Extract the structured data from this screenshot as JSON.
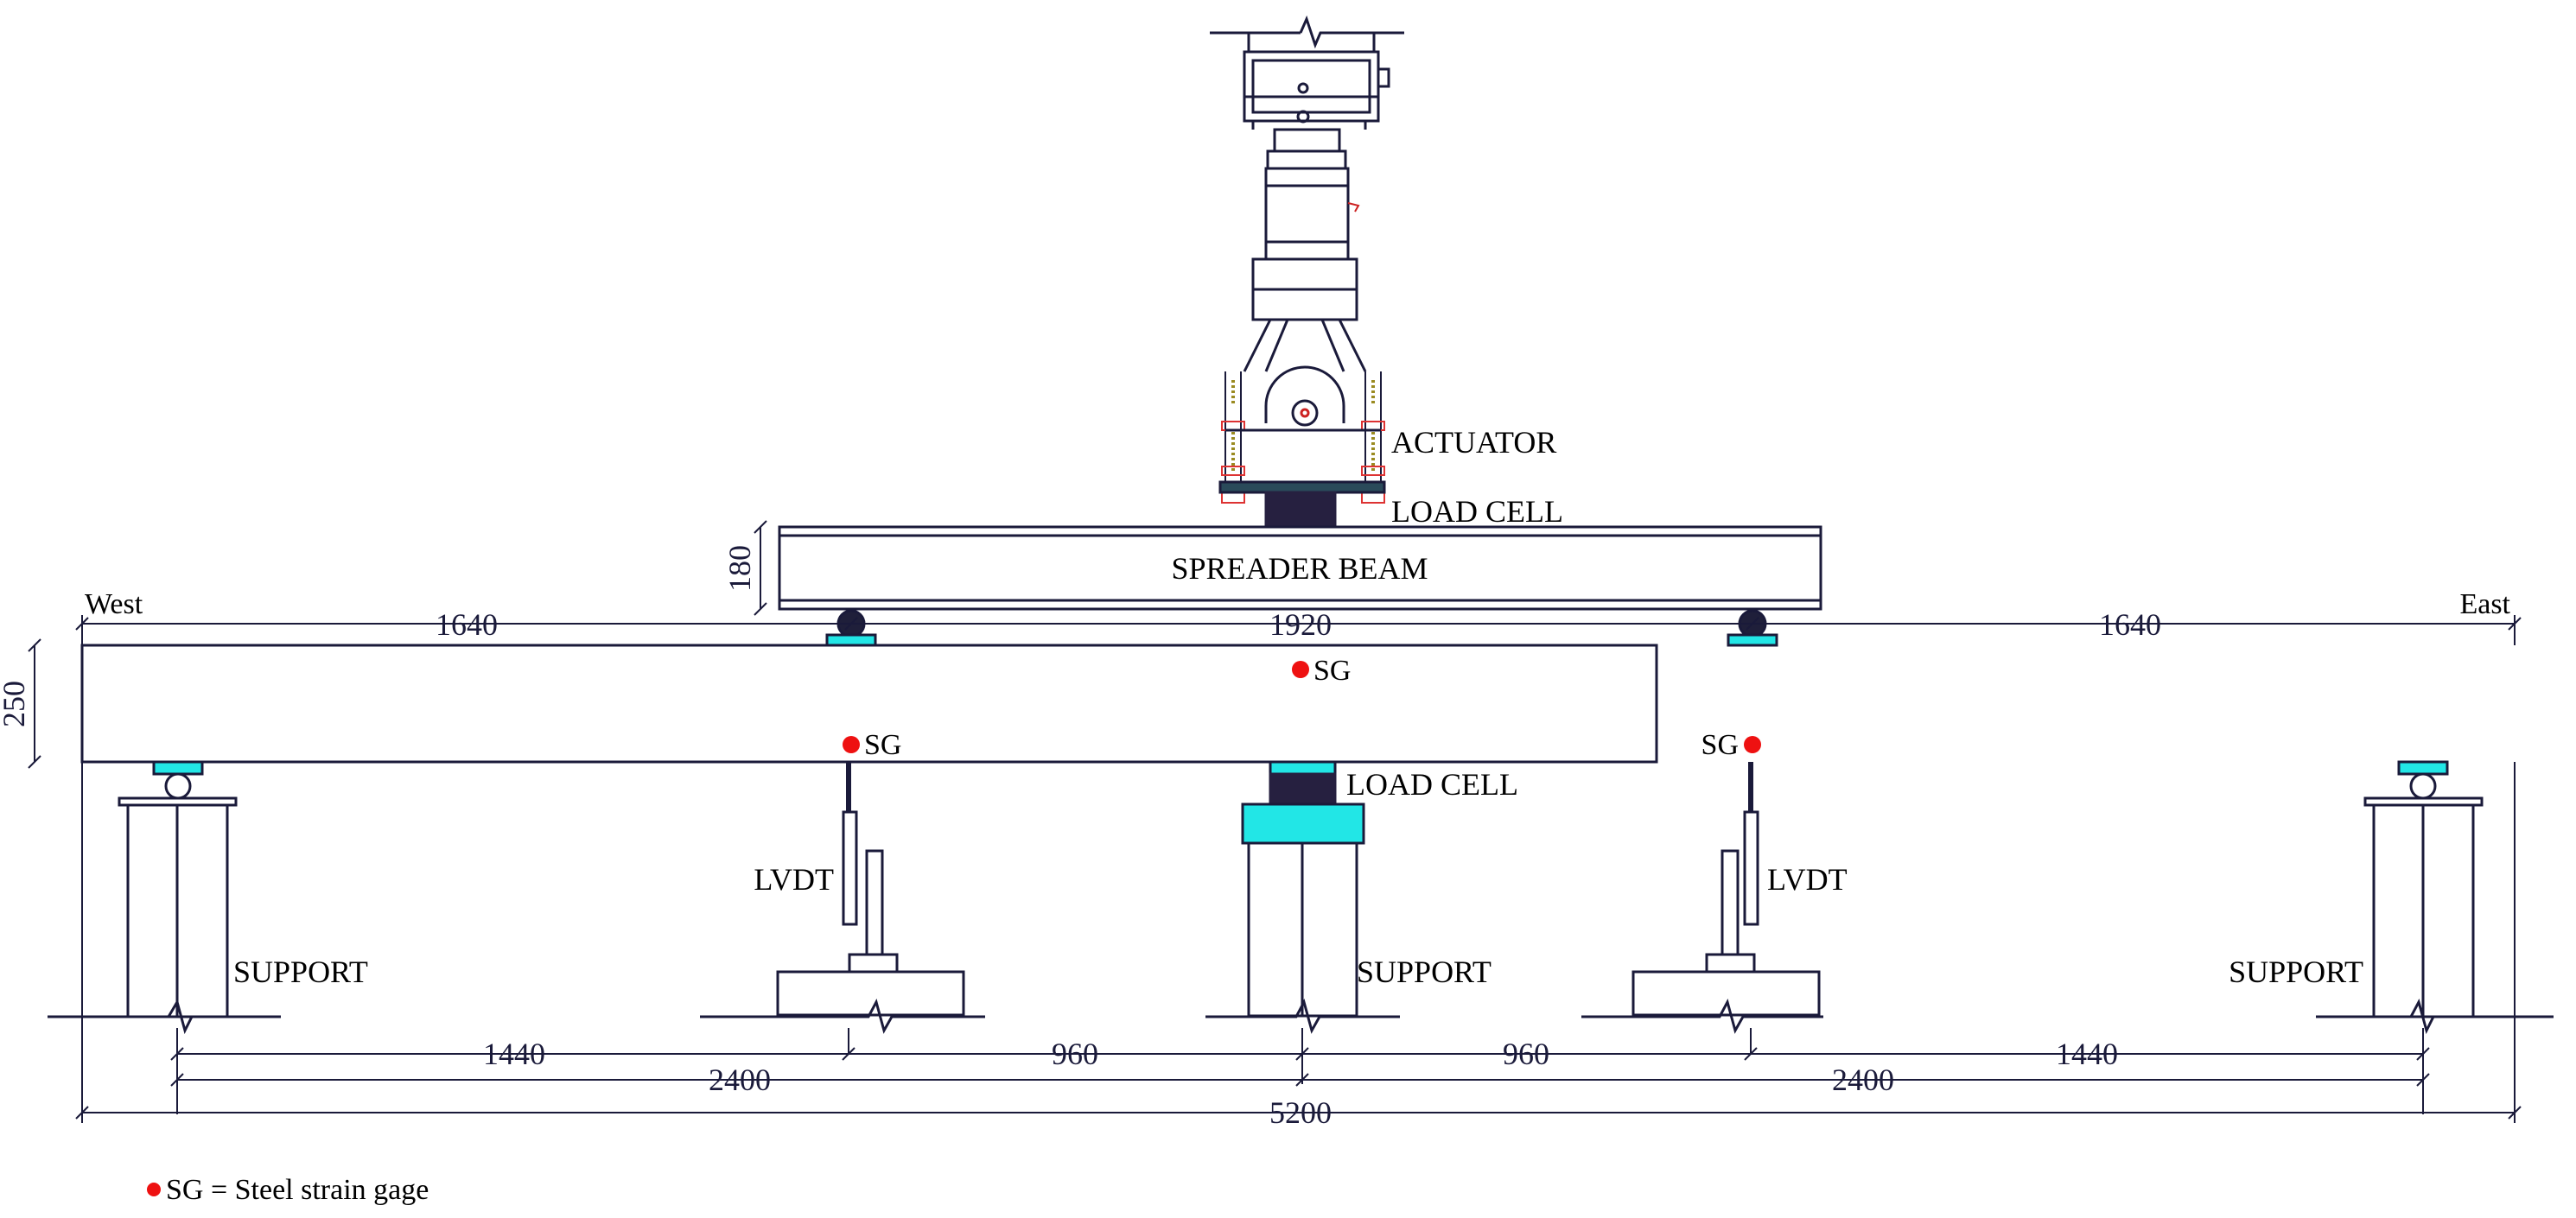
{
  "labels": {
    "actuator": "ACTUATOR",
    "load_cell_top": "LOAD CELL",
    "spreader_beam": "SPREADER BEAM",
    "west": "West",
    "east": "East",
    "sg_mid": "SG",
    "sg_left": "SG",
    "sg_right": "SG",
    "load_cell_bottom": "LOAD CELL",
    "lvdt_left": "LVDT",
    "lvdt_right": "LVDT",
    "support_left": "SUPPORT",
    "support_center": "SUPPORT",
    "support_right": "SUPPORT"
  },
  "dimensions": {
    "spreader_height": "180",
    "beam_height": "250",
    "top_left": "1640",
    "top_mid": "1920",
    "top_right": "1640",
    "row1_a": "1440",
    "row1_b": "960",
    "row1_c": "960",
    "row1_d": "1440",
    "row2_a": "2400",
    "row2_b": "2400",
    "total": "5200"
  },
  "legend": {
    "text": "SG = Steel strain gage"
  },
  "colors": {
    "line": "#1a1a3a",
    "pad": "#22e6e6",
    "load_cell": "#262040",
    "strain_gage": "#ee1111",
    "roller": "#1f1f3a"
  }
}
